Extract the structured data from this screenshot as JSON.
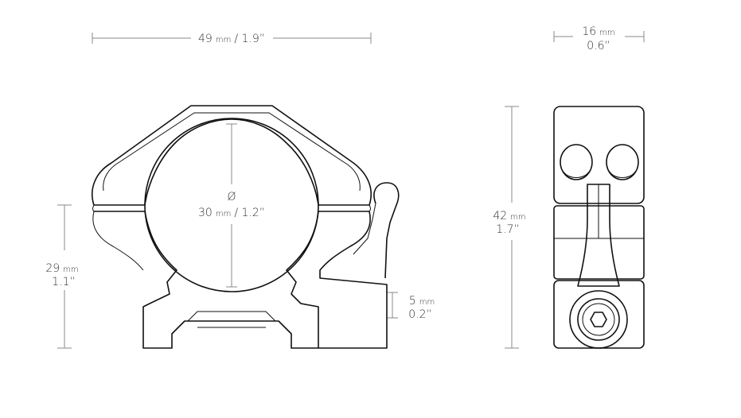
{
  "dimensions": {
    "width": {
      "value": "49",
      "unit": "mm",
      "imperial": "/ 1.9”"
    },
    "depth": {
      "value": "16",
      "unit": "mm",
      "imperial": "0.6”"
    },
    "diameter": {
      "symbol": "Ø",
      "value": "30",
      "unit": "mm",
      "imperial": "/ 1.2”"
    },
    "height": {
      "value": "29",
      "unit": "mm",
      "imperial": "1.1”"
    },
    "total_height": {
      "value": "42",
      "unit": "mm",
      "imperial": "1.7”"
    },
    "lever": {
      "value": "5",
      "unit": "mm",
      "imperial": "0.2”"
    }
  }
}
